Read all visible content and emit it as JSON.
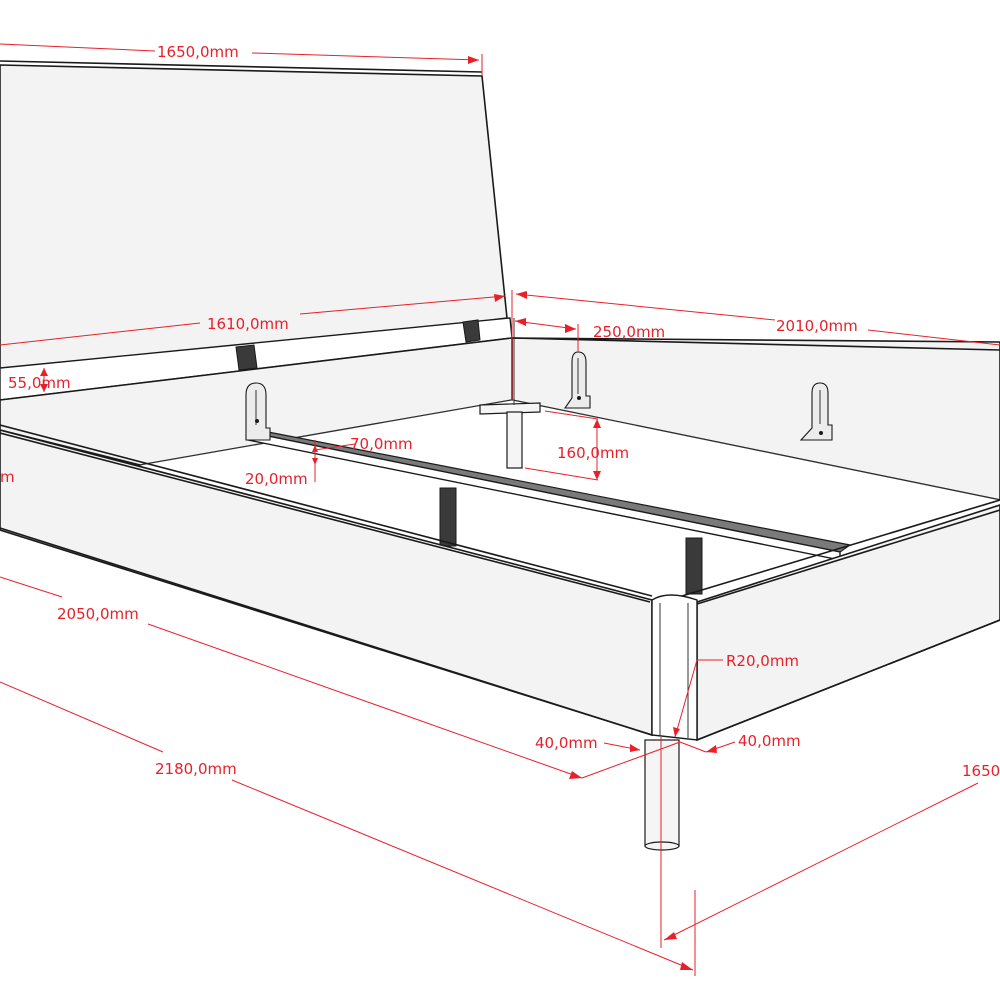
{
  "drawing": {
    "type": "technical-drawing",
    "subject": "bed frame with headboard",
    "unit": "mm",
    "colors": {
      "dimension": "#e8202a",
      "outline": "#1a1a1a",
      "panel_fill": "#f3f3f3",
      "slat_fill": "#7a7a7a",
      "background": "#ffffff"
    }
  },
  "dimensions": {
    "headboard_width": "1650,0mm",
    "inner_frame_width": "1610,0mm",
    "headboard_offset": "250,0mm",
    "side_rail_length": "2010,0mm",
    "headboard_thickness": "55,0mm",
    "slat_width": "70,0mm",
    "slat_height": "20,0mm",
    "support_drop": "160,0mm",
    "frame_length": "2050,0mm",
    "corner_radius": "R20,0mm",
    "leg_offset_left": "40,0mm",
    "leg_offset_right": "40,0mm",
    "overall_length": "2180,0mm",
    "overall_width_partial": "1650",
    "left_edge_partial_label": "m"
  }
}
